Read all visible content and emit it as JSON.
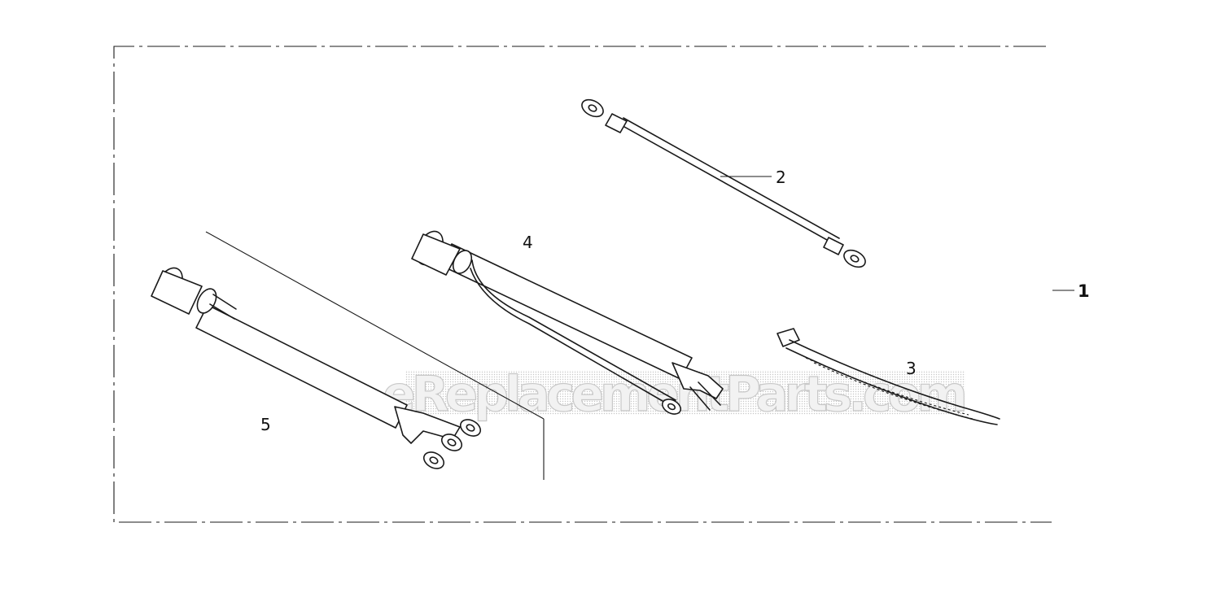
{
  "diagram": {
    "callouts": {
      "kit": "1",
      "ground_cable": "2",
      "cable_tie": "3",
      "harness_4": "4",
      "harness_5": "5"
    },
    "watermark": "eReplacementParts.com"
  }
}
